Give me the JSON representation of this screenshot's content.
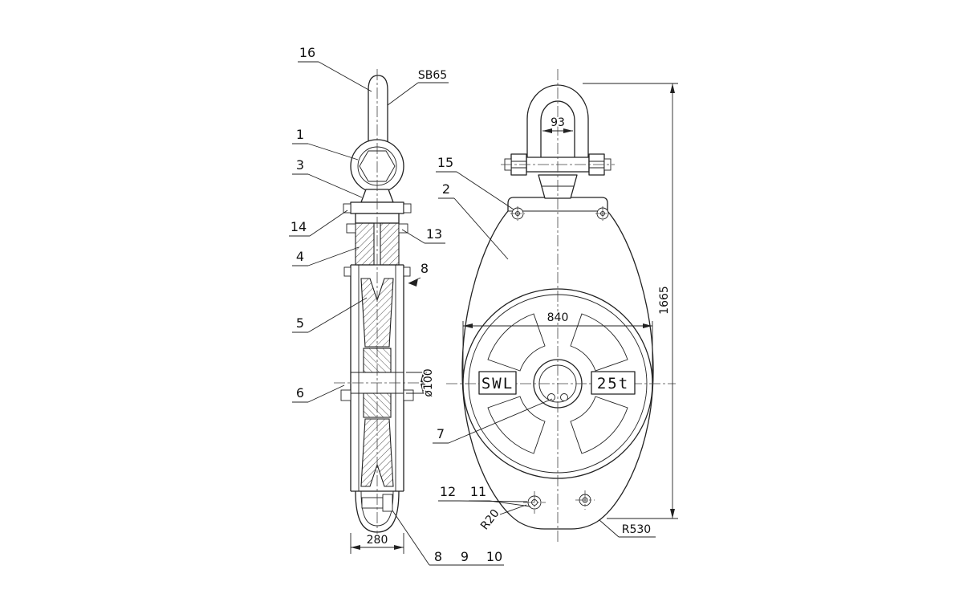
{
  "page": {
    "background": "#ffffff",
    "line_color": "#222222"
  },
  "labels": {
    "n16": "16",
    "n1": "1",
    "n3": "3",
    "n14": "14",
    "n13": "13",
    "n4": "4",
    "n5": "5",
    "n6": "6",
    "n8_section": "8",
    "n8": "8",
    "n9": "9",
    "n10": "10",
    "n15": "15",
    "n2": "2",
    "n7": "7",
    "n12": "12",
    "n11": "11"
  },
  "dims": {
    "sb65": "SB65",
    "dia100": "ø100",
    "w280": "280",
    "w93": "93",
    "w840": "840",
    "h1665": "1665",
    "r20": "R20",
    "r530": "R530"
  },
  "plate": {
    "swl": "SWL",
    "capacity": "25t"
  }
}
